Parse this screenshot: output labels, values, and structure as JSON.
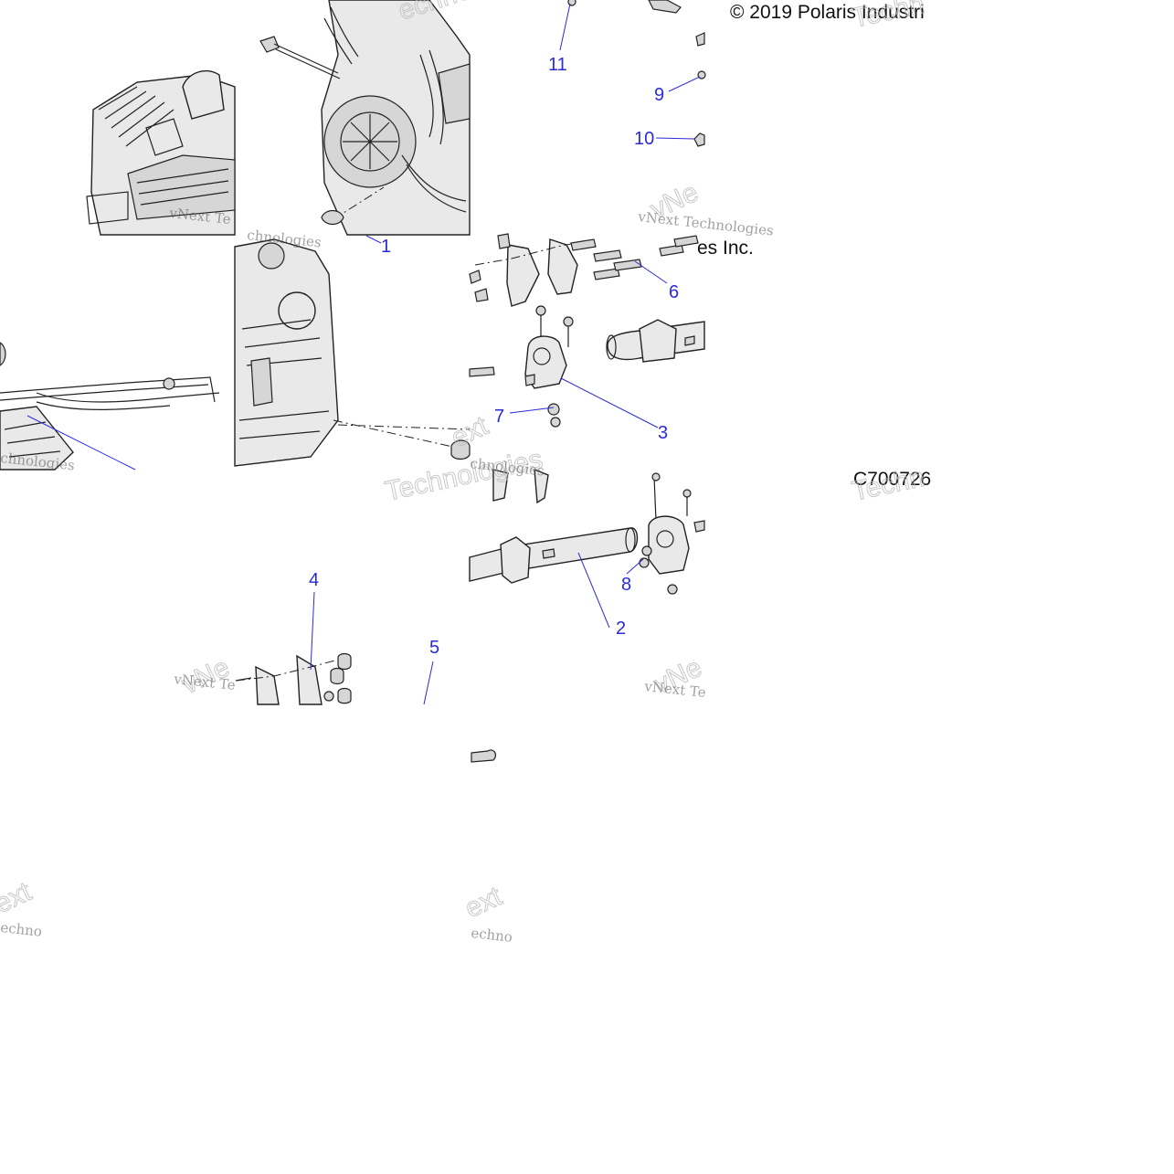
{
  "header": {
    "copyright": "© 2019 Polaris Industri",
    "copyright_tail": "es Inc."
  },
  "figure_id": "C700726",
  "watermark": {
    "brand": "vNext Te",
    "brand_full": "vNext Technologies",
    "word": "Technologies",
    "short": "vNe",
    "fragment": "chnologies",
    "fragment2": "echno",
    "fragment3": "ext",
    "fragment4": "Techn"
  },
  "callouts": {
    "c1": "1",
    "c2": "2",
    "c3": "3",
    "c4": "4",
    "c5": "5",
    "c6": "6",
    "c7": "7",
    "c8": "8",
    "c9": "9",
    "c10": "10",
    "c11": "11"
  },
  "colors": {
    "callout": "#2b2bd8",
    "line_art": "#222222"
  }
}
